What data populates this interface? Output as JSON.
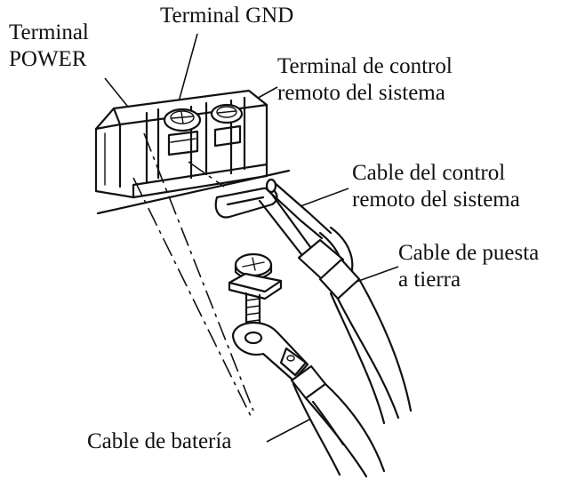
{
  "labels": {
    "terminal_power_line1": "Terminal",
    "terminal_power_line2": "POWER",
    "terminal_gnd": "Terminal GND",
    "terminal_remote_line1": "Terminal de control",
    "terminal_remote_line2": "remoto del sistema",
    "cable_remote_line1": "Cable del control",
    "cable_remote_line2": "remoto del sistema",
    "cable_ground_line1": "Cable de puesta",
    "cable_ground_line2": "a tierra",
    "cable_battery": "Cable de batería"
  }
}
